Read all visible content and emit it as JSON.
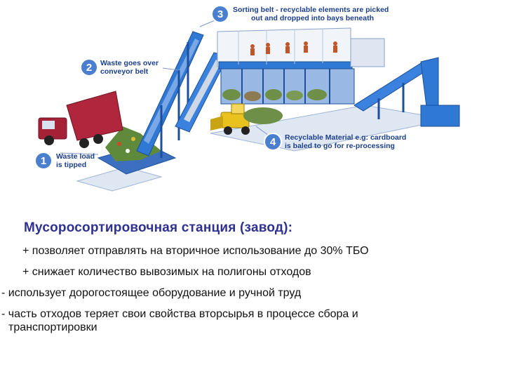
{
  "diagram": {
    "steps": [
      {
        "number": "1",
        "lines": [
          "Waste load",
          "is tipped"
        ]
      },
      {
        "number": "2",
        "lines": [
          "Waste goes over",
          "conveyor belt"
        ]
      },
      {
        "number": "3",
        "lines": [
          "Sorting belt - recyclable elements are picked",
          "out and dropped into bays beneath"
        ]
      },
      {
        "number": "4",
        "lines": [
          "Recyclable Material e.g: cardboard",
          "is baled to go for re-processing"
        ]
      }
    ],
    "colors": {
      "steel": "#2f78d4",
      "steel_dark": "#1c4f9c",
      "truck": "#b0273d",
      "loader": "#e9c21d",
      "badge": "#4a7fd0",
      "text": "#1b3f8c"
    }
  },
  "content": {
    "heading": "Мусоросортировочная станция (завод):",
    "items": [
      {
        "marker": "+",
        "text": "позволяет отправлять на вторичное использование до 30% ТБО"
      },
      {
        "marker": "+",
        "text": "снижает количество вывозимых на полигоны отходов"
      },
      {
        "marker": "-",
        "text": "использует дорогостоящее оборудование и ручной труд"
      },
      {
        "marker": "-",
        "text": "часть отходов теряет свои свойства вторсырья в процессе сбора и",
        "continuation": "транспортировки"
      }
    ]
  }
}
